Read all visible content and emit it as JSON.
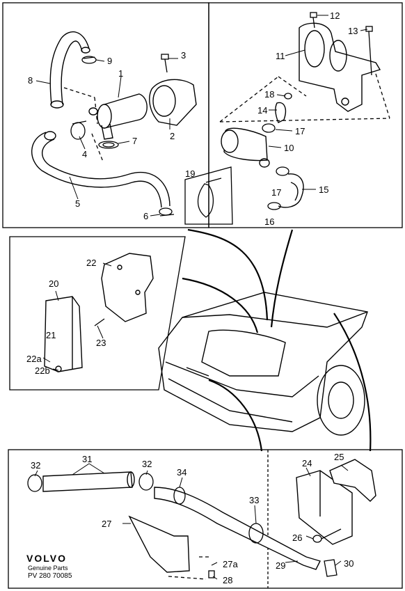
{
  "callouts": {
    "c1": "1",
    "c2": "2",
    "c3": "3",
    "c4": "4",
    "c5": "5",
    "c6": "6",
    "c7": "7",
    "c8": "8",
    "c9": "9",
    "c10": "10",
    "c11": "11",
    "c12": "12",
    "c13": "13",
    "c14": "14",
    "c15": "15",
    "c16": "16",
    "c17a": "17",
    "c17b": "17",
    "c18": "18",
    "c19": "19",
    "c20": "20",
    "c21": "21",
    "c22": "22",
    "c22a": "22a",
    "c22b": "22b",
    "c23": "23",
    "c24": "24",
    "c25": "25",
    "c26": "26",
    "c27": "27",
    "c27a": "27a",
    "c28": "28",
    "c29": "29",
    "c30": "30",
    "c31": "31",
    "c32a": "32",
    "c32b": "32",
    "c33": "33",
    "c34": "34"
  },
  "footer": {
    "brand": "VOLVO",
    "subtitle": "Genuine Parts",
    "reference": "PV 280  70085"
  }
}
